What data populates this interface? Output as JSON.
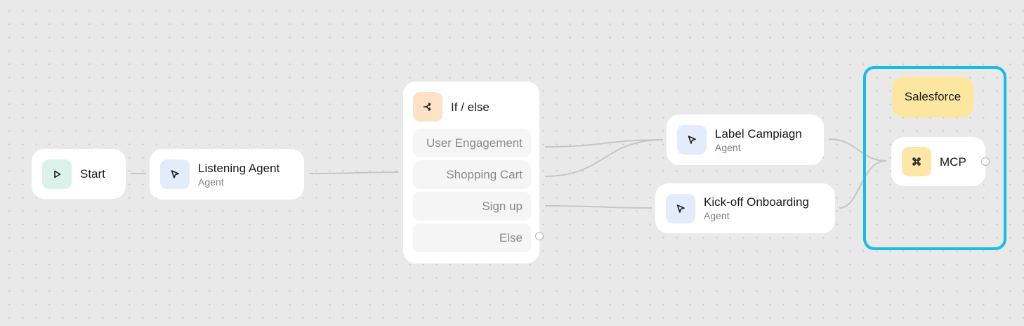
{
  "nodes": {
    "start": {
      "title": "Start",
      "icon": "play-icon"
    },
    "listening_agent": {
      "title": "Listening Agent",
      "subtitle": "Agent",
      "icon": "cursor-icon"
    },
    "if_else": {
      "title": "If / else",
      "icon": "branch-icon",
      "branches": [
        "User Engagement",
        "Shopping Cart",
        "Sign up",
        "Else"
      ]
    },
    "label_campaign": {
      "title": "Label Campiagn",
      "subtitle": "Agent",
      "icon": "cursor-icon"
    },
    "kickoff_onboarding": {
      "title": "Kick-off Onboarding",
      "subtitle": "Agent",
      "icon": "cursor-icon"
    },
    "salesforce_group": {
      "label": "Salesforce",
      "highlight_color": "#19bbe8",
      "mcp": {
        "title": "MCP",
        "icon": "command-icon"
      }
    }
  },
  "colors": {
    "canvas": "#e9e9e9",
    "edge": "#c6c6c6",
    "agent_icon_bg": "#e3ecfb",
    "start_icon_bg": "#daf2ea",
    "ifelse_icon_bg": "#fde2c6",
    "mcp_icon_bg": "#fde7a8",
    "salesforce_chip": "#fde7a0"
  }
}
